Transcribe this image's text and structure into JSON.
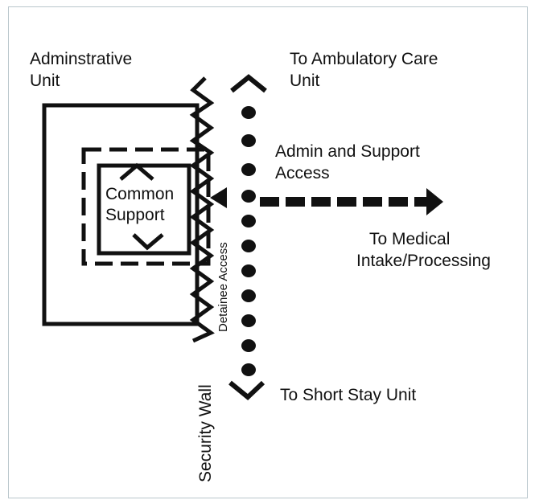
{
  "labels": {
    "administrative_unit": [
      "Adminstrative",
      "Unit"
    ],
    "ambulatory_care": [
      "To Ambulatory Care",
      "Unit"
    ],
    "admin_support_access": [
      "Admin and Support",
      "Access"
    ],
    "common_support": [
      "Common",
      "Support"
    ],
    "medical_intake": [
      "To Medical",
      "Intake/Processing"
    ],
    "short_stay": "To Short Stay Unit",
    "detainee_access": "Detainee Access",
    "security_wall": "Security Wall"
  },
  "colors": {
    "ink": "#111111",
    "frame_border": "#b9c6cc"
  },
  "icons": [
    "zigzag-security-wall",
    "dotted-vertical-corridor",
    "dashed-arrow-right",
    "chevron-up",
    "chevron-down",
    "arrow-left"
  ]
}
